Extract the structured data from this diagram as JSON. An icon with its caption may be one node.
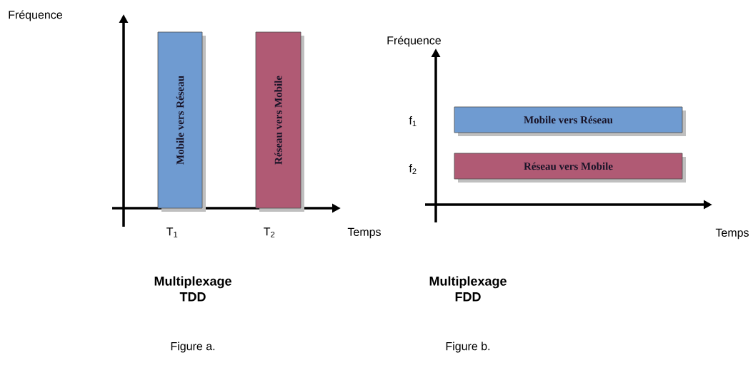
{
  "diagram": {
    "nodes": [
      {
        "text": [
          "Mobile vers Réseau"
        ]
      },
      {
        "text": [
          "Réseau vers Mobile"
        ]
      },
      {
        "text": [
          "Mobile vers Réseau"
        ]
      },
      {
        "text": [
          "Réseau vers Mobile"
        ]
      }
    ],
    "labels": [
      "Fréquence",
      "T$_{1}$",
      "T$_{2}$",
      "Temps",
      "Multiplexage TDD",
      "Figure a.",
      "Fréquence",
      "f$_{1}$",
      "f$_{2}$",
      "Temps",
      "Multiplexage FDD",
      "Figure b."
    ]
  }
}
